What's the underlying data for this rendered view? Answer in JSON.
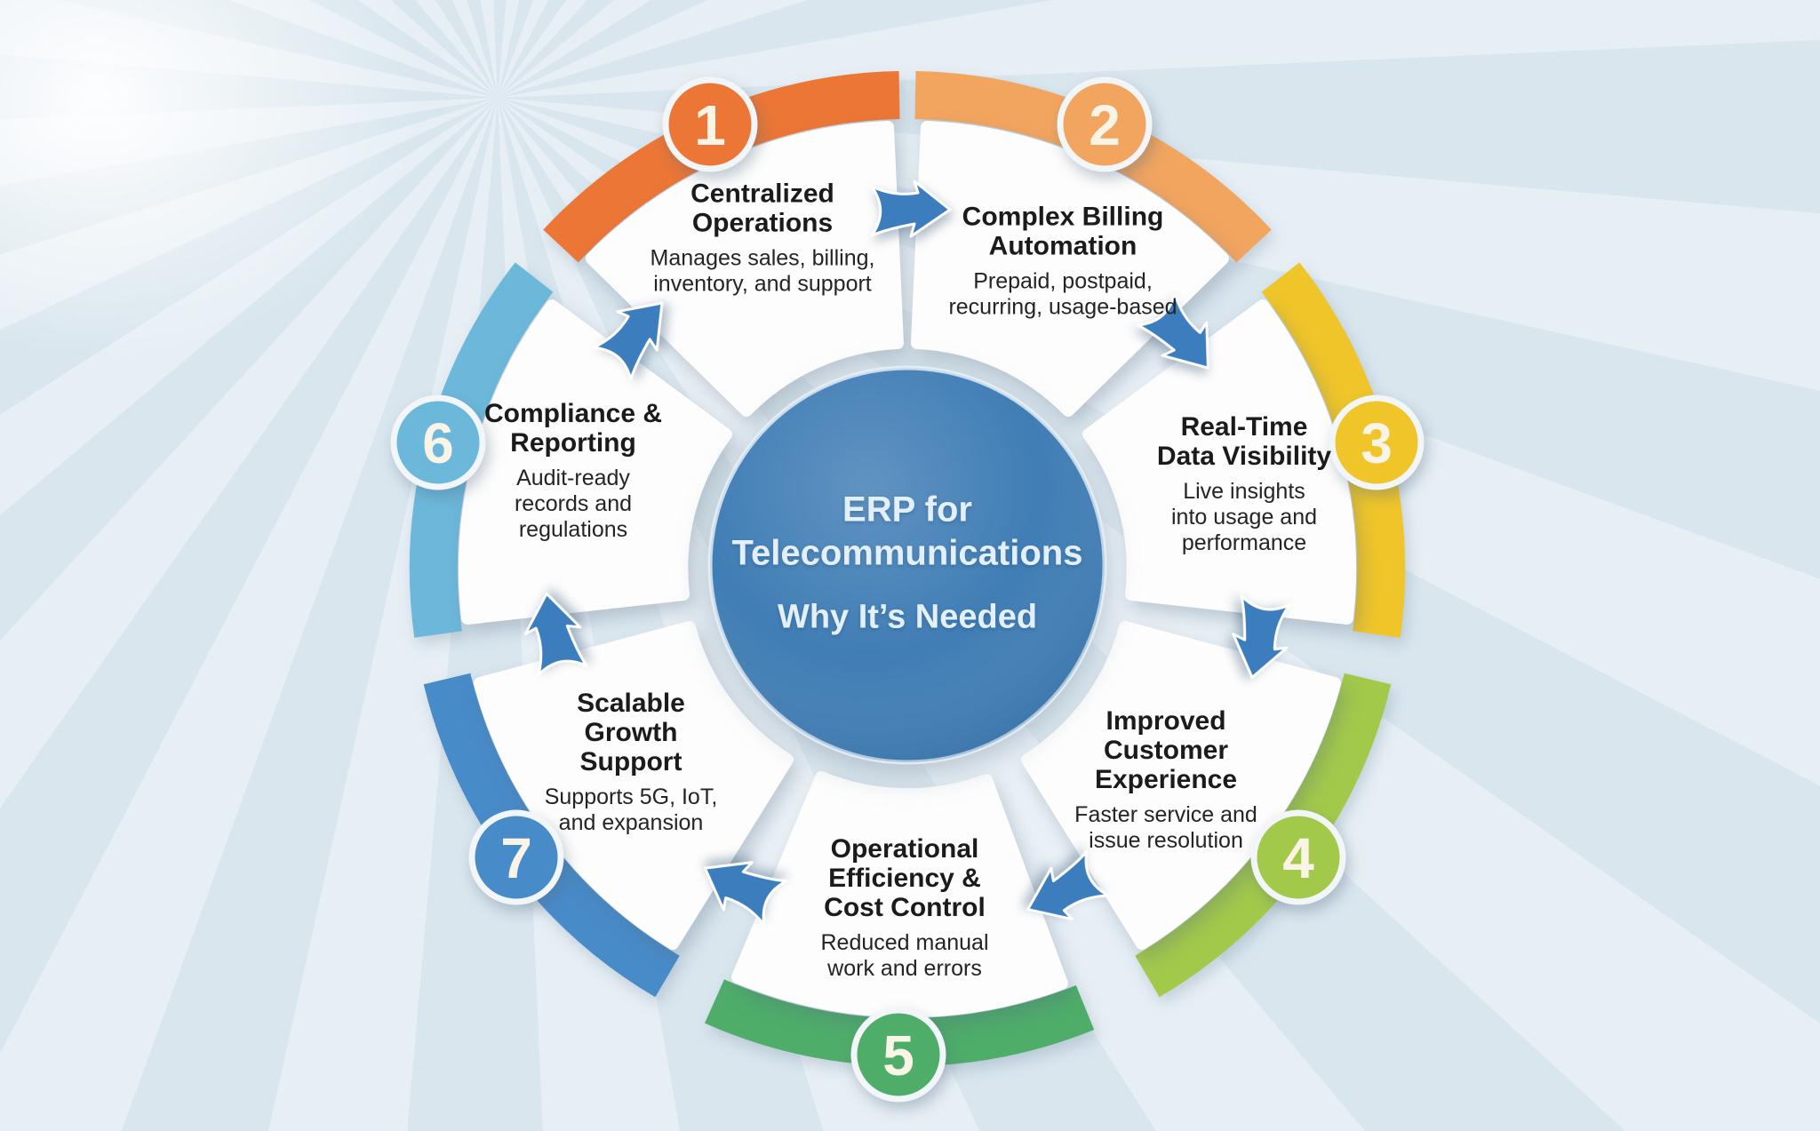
{
  "center": {
    "title": "ERP for\nTelecommunications",
    "subtitle": "Why It’s Needed"
  },
  "theme": {
    "background": "#dce8f0",
    "center_circle": "#3878b2",
    "center_text": "#e3f0fa",
    "arrow": "#3b7dbd",
    "card": "#fdfdfd"
  },
  "segments": [
    {
      "number": "1",
      "title": "Centralized\nOperations",
      "description": "Manages sales, billing,\ninventory, and support",
      "color": "#ec7636"
    },
    {
      "number": "2",
      "title": "Complex Billing\nAutomation",
      "description": "Prepaid, postpaid,\nrecurring, usage-based",
      "color": "#f2a55f"
    },
    {
      "number": "3",
      "title": "Real-Time\nData Visibility",
      "description": "Live insights\ninto usage and\nperformance",
      "color": "#efc52a"
    },
    {
      "number": "4",
      "title": "Improved\nCustomer\nExperience",
      "description": "Faster service and\nissue resolution",
      "color": "#a3c94b"
    },
    {
      "number": "5",
      "title": "Operational\nEfficiency &\nCost Control",
      "description": "Reduced manual\nwork and errors",
      "color": "#4fad6a"
    },
    {
      "number": "6",
      "title": "Compliance &\nReporting",
      "description": "Audit-ready\nrecords and\nregulations",
      "color": "#6cb8db"
    },
    {
      "number": "7",
      "title": "Scalable\nGrowth\nSupport",
      "description": "Supports 5G, IoT,\nand expansion",
      "color": "#488bc9"
    }
  ]
}
